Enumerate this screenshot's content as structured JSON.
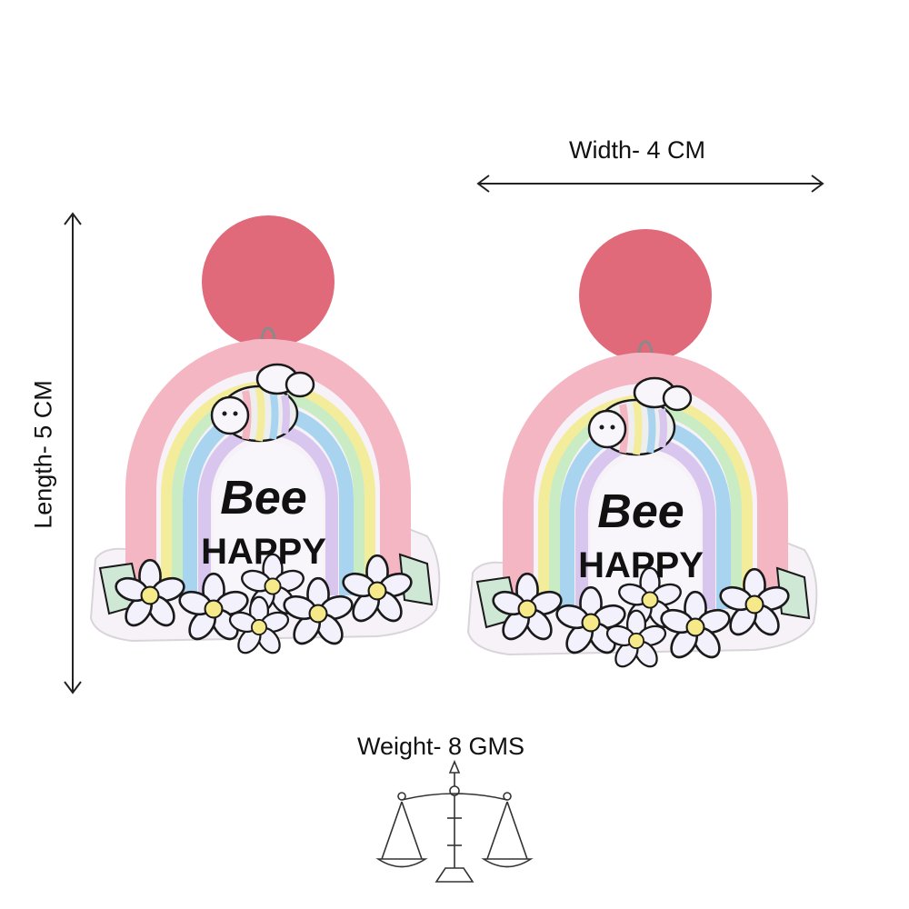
{
  "dimensions": {
    "width_label": "Width- 4 CM",
    "length_label": "Length- 5 CM",
    "weight_label": "Weight- 8 GMS"
  },
  "earring": {
    "text_line1": "Bee",
    "text_line2": "HAPPY"
  },
  "icons": [
    "arrow-horizontal-icon",
    "arrow-vertical-icon",
    "balance-scale-icon"
  ],
  "colors": {
    "stud": "#e0697a",
    "rainbow_pink": "#f4b6c2",
    "rainbow_yellow": "#f3ec9a",
    "rainbow_green": "#c9ecc4",
    "rainbow_blue": "#a9d4f0",
    "rainbow_lilac": "#d9c6ee",
    "flower_center": "#f5e98a",
    "leaf": "#cfe8d6"
  }
}
